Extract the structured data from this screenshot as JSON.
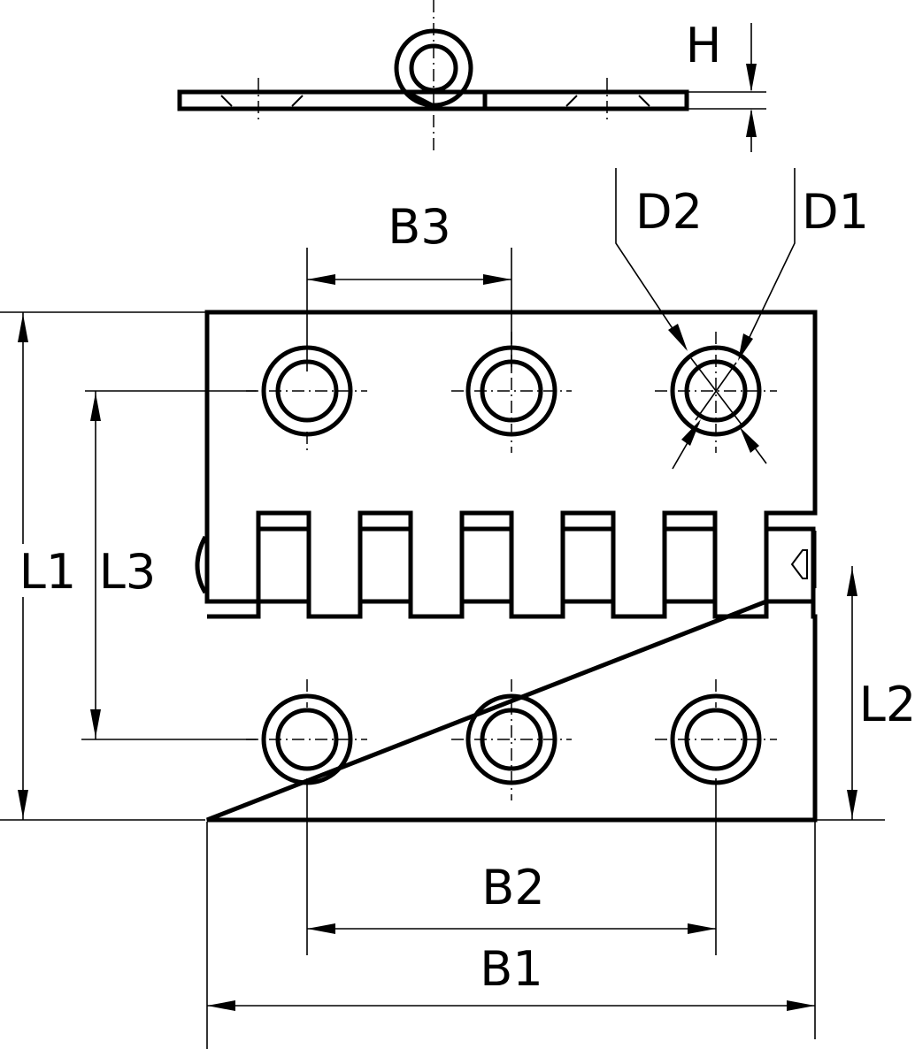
{
  "diagram": {
    "labels": {
      "H": "H",
      "D2": "D2",
      "D1": "D1",
      "B3": "B3",
      "L1": "L1",
      "L3": "L3",
      "L2": "L2",
      "B2": "B2",
      "B1": "B1"
    }
  }
}
